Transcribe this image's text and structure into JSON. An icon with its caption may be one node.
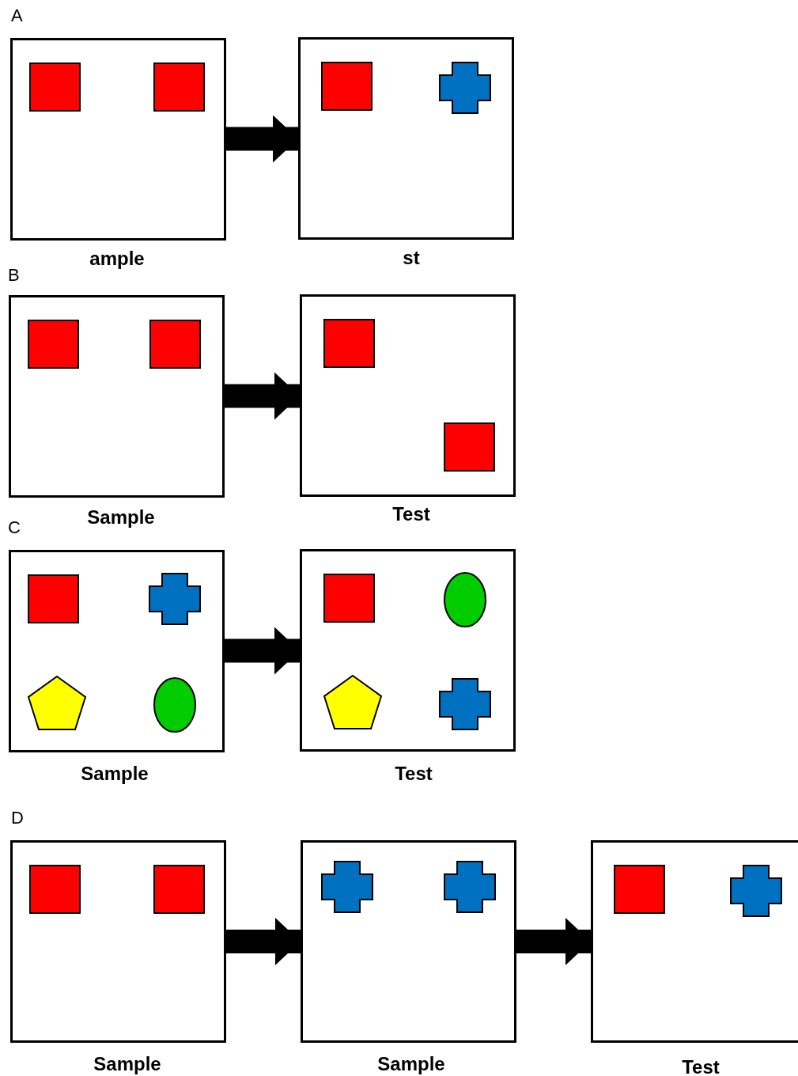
{
  "diagram": {
    "nodes": [
      {
        "text": [
          "ample"
        ]
      },
      {
        "text": [
          "st"
        ]
      },
      {
        "text": [
          "Sample"
        ]
      },
      {
        "text": [
          "Test"
        ]
      },
      {
        "text": [
          "Sample"
        ]
      },
      {
        "text": [
          "Test"
        ]
      },
      {
        "text": [
          "Sample"
        ]
      },
      {
        "text": [
          "Sample"
        ]
      },
      {
        "text": [
          "Test"
        ]
      }
    ],
    "edges": [
      {
        "from": 0,
        "to": 1,
        "arrow": "to"
      },
      {
        "from": 2,
        "to": 3,
        "arrow": "to"
      },
      {
        "from": 4,
        "to": 5,
        "arrow": "to"
      },
      {
        "from": 6,
        "to": 7,
        "arrow": "to"
      },
      {
        "from": 7,
        "to": 8,
        "arrow": "to"
      }
    ],
    "labels": [
      "A",
      "B",
      "C",
      "D"
    ]
  }
}
